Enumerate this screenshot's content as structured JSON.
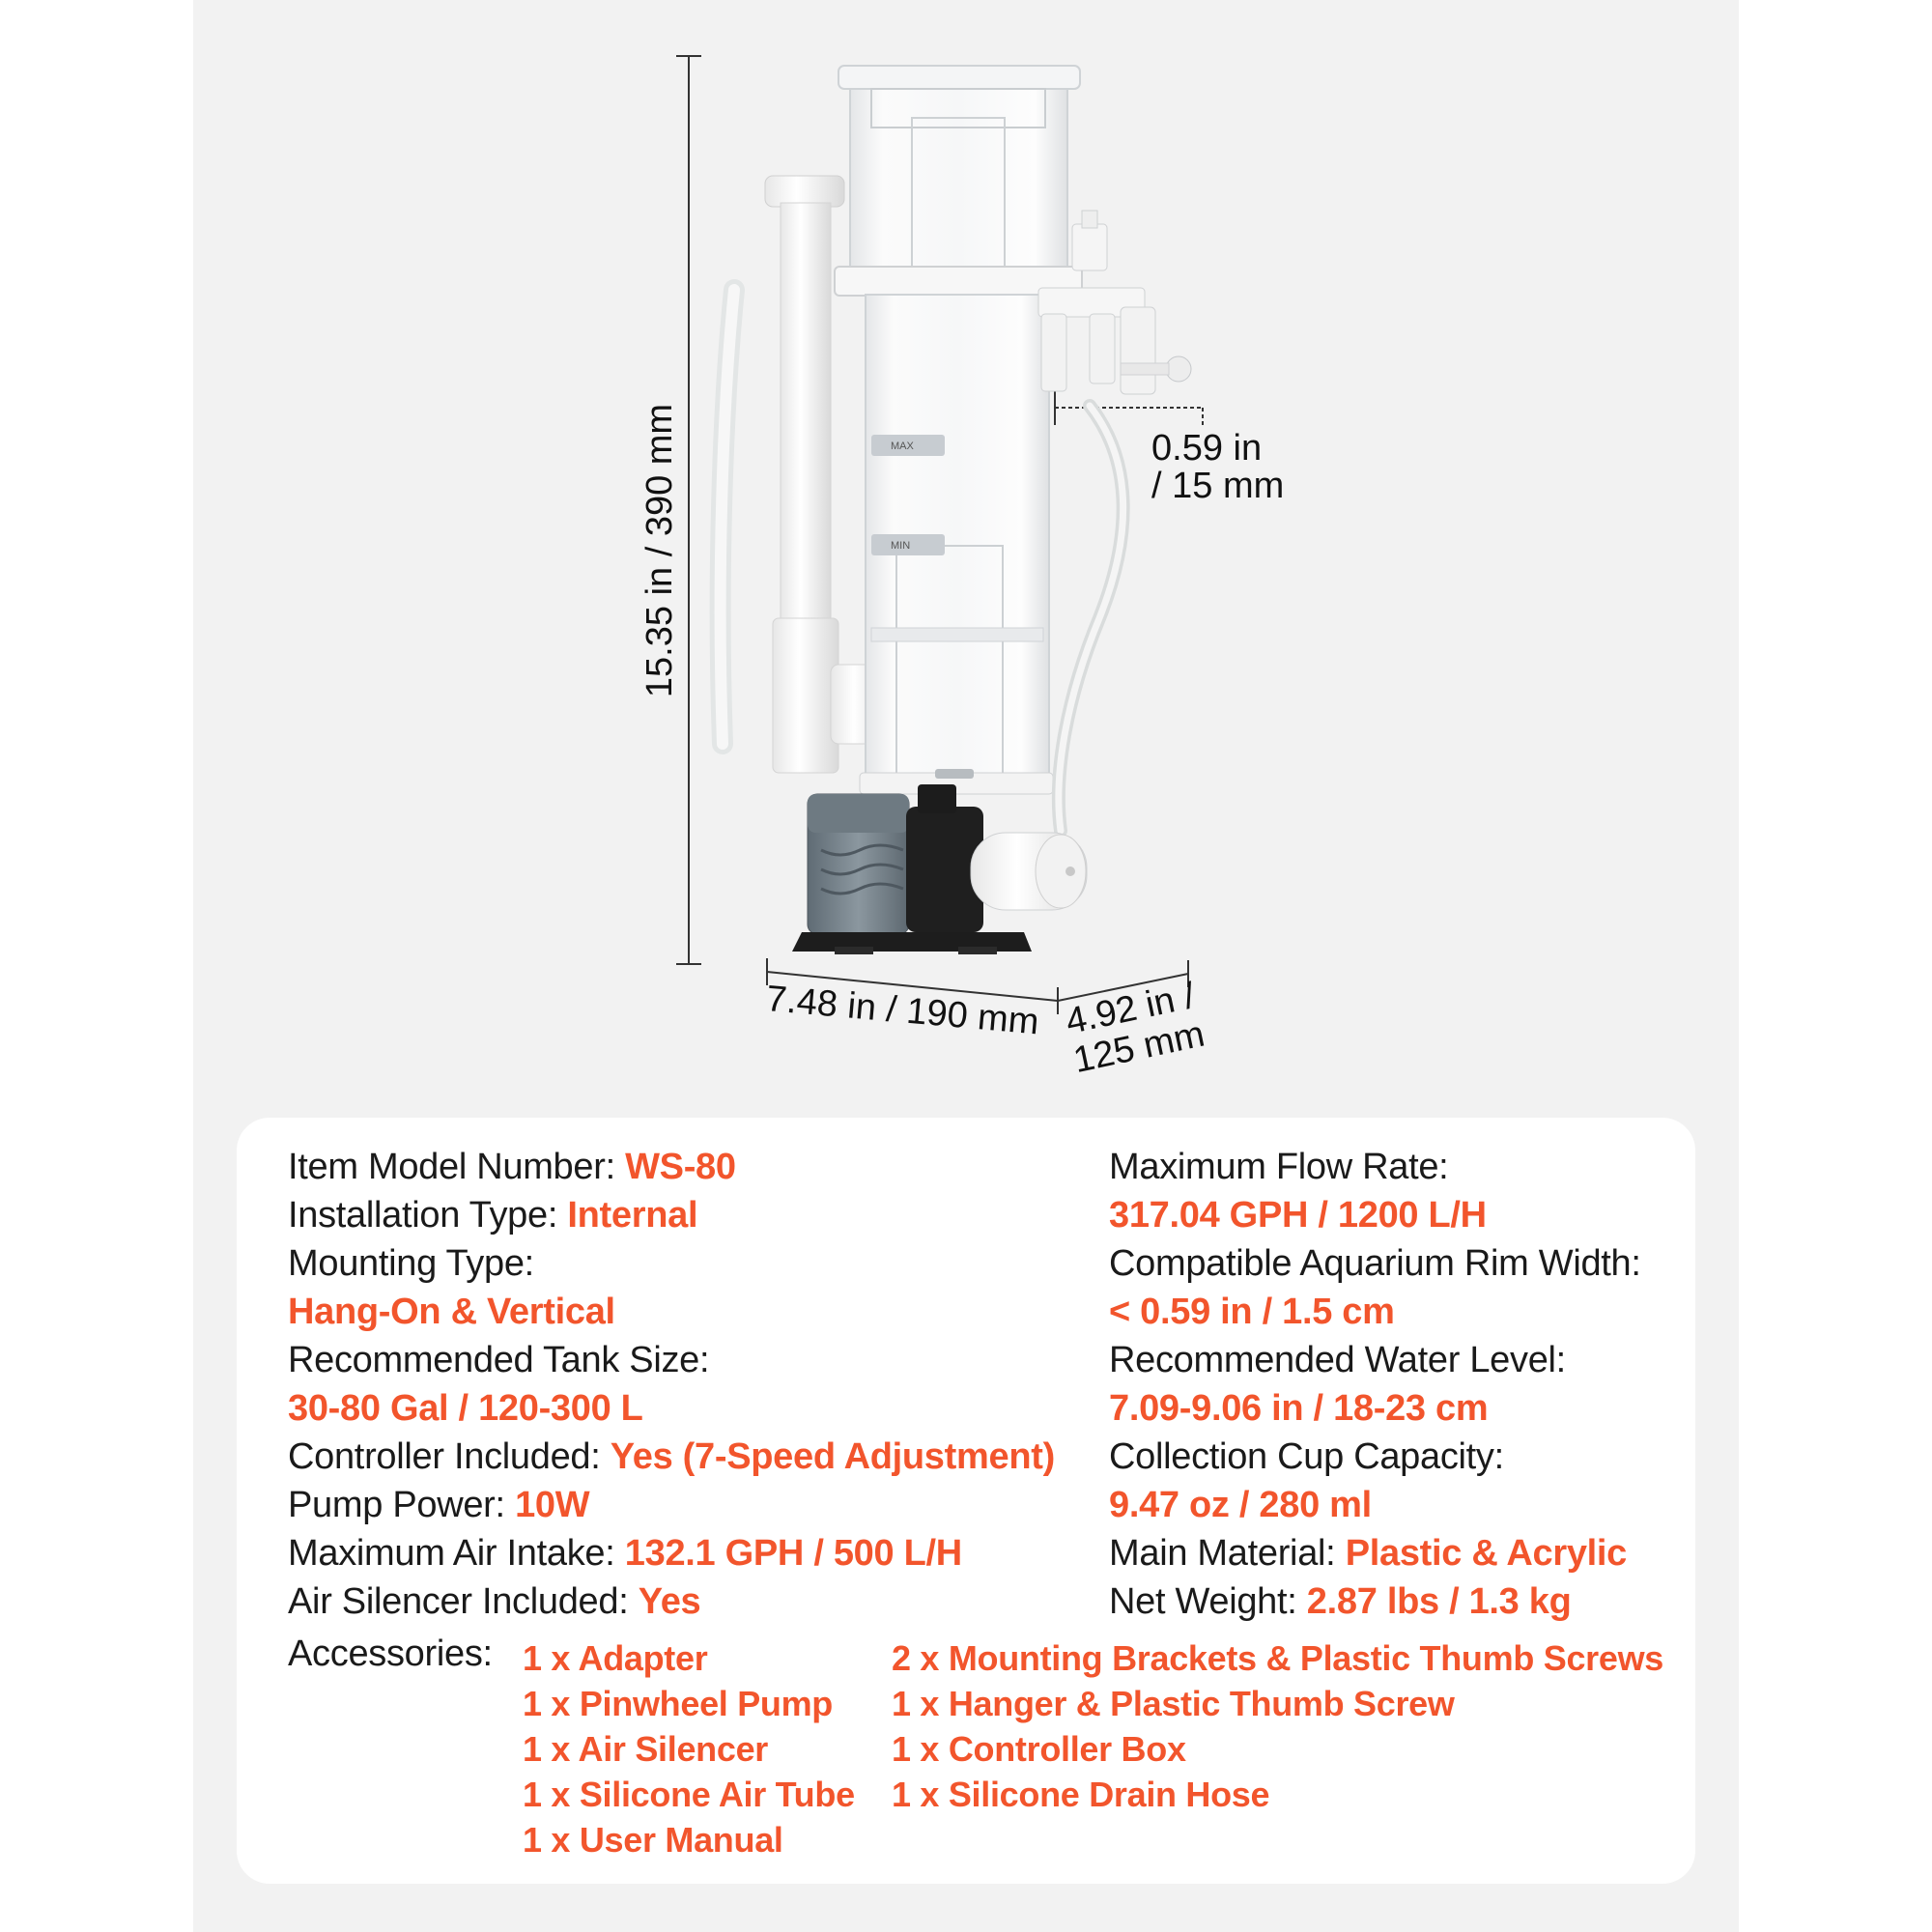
{
  "dimensions": {
    "height": "15.35 in / 390 mm",
    "width": "7.48 in / 190 mm",
    "depth_line1": "4.92 in /",
    "depth_line2": "125 mm",
    "rim_line1": "0.59 in",
    "rim_line2": "/ 15 mm"
  },
  "skimmer_marks": {
    "max": "MAX",
    "min": "MIN"
  },
  "specs_left": {
    "model_label": "Item Model Number:",
    "model_value": "WS-80",
    "installation_label": "Installation Type:",
    "installation_value": "Internal",
    "mounting_label": "Mounting Type:",
    "mounting_value": "Hang-On & Vertical",
    "tank_label": "Recommended Tank Size:",
    "tank_value": "30-80 Gal / 120-300 L",
    "controller_label": "Controller Included:",
    "controller_value": "Yes (7-Speed Adjustment)",
    "pump_label": "Pump Power:",
    "pump_value": "10W",
    "air_intake_label": "Maximum Air Intake:",
    "air_intake_value": "132.1 GPH / 500 L/H",
    "silencer_label": "Air Silencer Included:",
    "silencer_value": "Yes"
  },
  "specs_right": {
    "flow_label": "Maximum Flow Rate:",
    "flow_value": "317.04 GPH / 1200 L/H",
    "rim_label": "Compatible Aquarium Rim Width:",
    "rim_value": "< 0.59 in / 1.5 cm",
    "water_label": "Recommended Water Level:",
    "water_value": "7.09-9.06 in / 18-23 cm",
    "cup_label": "Collection Cup Capacity:",
    "cup_value": "9.47 oz / 280 ml",
    "material_label": "Main Material:",
    "material_value": "Plastic & Acrylic",
    "weight_label": "Net Weight:",
    "weight_value": "2.87 lbs / 1.3 kg"
  },
  "accessories": {
    "label": "Accessories:",
    "col1": [
      "1 x Adapter",
      "1 x Pinwheel Pump",
      "1 x Air Silencer",
      "1 x Silicone Air Tube",
      "1 x User Manual"
    ],
    "col2": [
      "2 x Mounting Brackets & Plastic Thumb Screws",
      "1 x Hanger & Plastic Thumb Screw",
      "1 x Controller Box",
      "1 x Silicone Drain Hose"
    ]
  },
  "colors": {
    "accent": "#f2552c",
    "text": "#1a1a1a",
    "background": "#f2f2f2",
    "card": "#ffffff"
  }
}
